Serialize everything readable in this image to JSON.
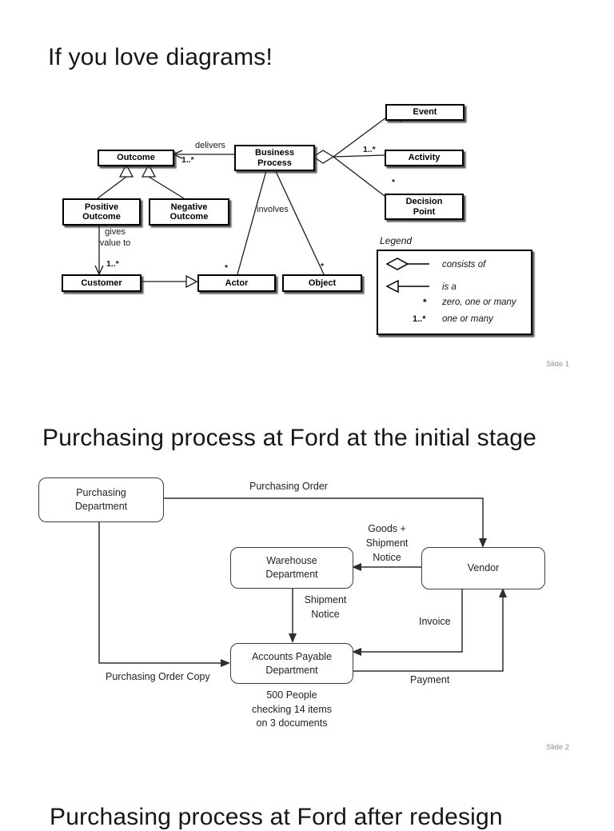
{
  "slide1": {
    "title": "If you love diagrams!",
    "caption": "Slide 1",
    "uml": {
      "nodes": {
        "outcome": "Outcome",
        "business_process": "Business\nProcess",
        "event": "Event",
        "activity": "Activity",
        "decision_point": "Decision\nPoint",
        "positive_outcome": "Positive\nOutcome",
        "negative_outcome": "Negative\nOutcome",
        "customer": "Customer",
        "actor": "Actor",
        "object": "Object"
      },
      "edge_labels": {
        "delivers": "delivers",
        "delivers_mult": "1..*",
        "involves": "involves",
        "gives_value": "gives\nvalue to",
        "gives_value_mult": "1..*",
        "event_mult": "*",
        "activity_mult": "1..*",
        "decision_mult": "*",
        "actor_mult": "*",
        "object_mult": "*"
      },
      "legend": {
        "title": "Legend",
        "rows": [
          {
            "symbol": "consists-of-diamond",
            "label": "consists of"
          },
          {
            "symbol": "is-a-triangle",
            "label": "is a"
          },
          {
            "symbol": "*",
            "label": "zero, one or many"
          },
          {
            "symbol": "1..*",
            "label": "one or many"
          }
        ]
      }
    }
  },
  "slide2": {
    "title": "Purchasing process at Ford at the initial stage",
    "caption": "Slide 2",
    "flow": {
      "nodes": {
        "purchasing_department": "Purchasing\nDepartment",
        "warehouse_department": "Warehouse\nDepartment",
        "vendor": "Vendor",
        "accounts_payable": "Accounts Payable\nDepartment"
      },
      "edge_labels": {
        "purchasing_order": "Purchasing Order",
        "goods_shipment": "Goods +\nShipment\nNotice",
        "shipment_notice": "Shipment\nNotice",
        "invoice": "Invoice",
        "po_copy": "Purchasing Order Copy",
        "payment": "Payment"
      },
      "note": "500 People\nchecking 14 items\non 3 documents"
    }
  },
  "slide3": {
    "title": "Purchasing process at Ford after redesign"
  }
}
